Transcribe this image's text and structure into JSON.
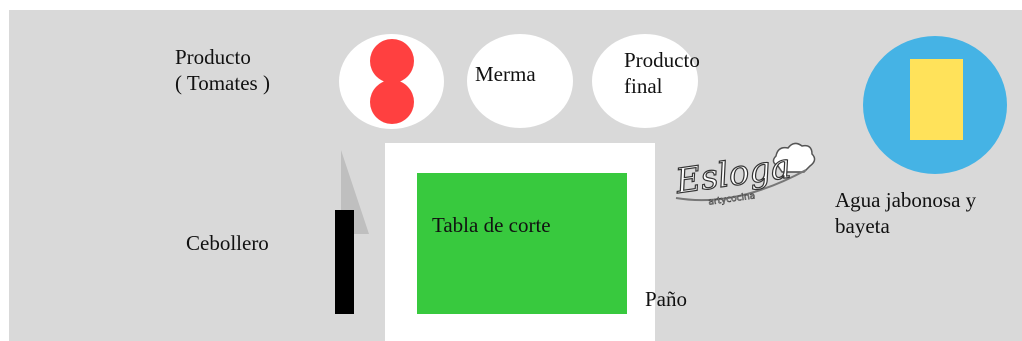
{
  "labels": {
    "producto_line1": "Producto",
    "producto_line2": "( Tomates )",
    "merma": "Merma",
    "producto_final_line1": "Producto",
    "producto_final_line2": "final",
    "cebollero": "Cebollero",
    "tabla_de_corte": "Tabla de corte",
    "pano": "Paño",
    "agua_line1": "Agua jabonosa y",
    "agua_line2": "bayeta"
  },
  "logo": {
    "wordmark": "Esloga",
    "subtext": "artycocina"
  },
  "colors": {
    "background": "#d9d9d9",
    "bowl": "#ffffff",
    "tomato": "#ff4040",
    "board": "#38c93e",
    "cloth": "#ffffff",
    "knife_handle": "#000000",
    "knife_blade": "#bfbfbf",
    "water_bowl": "#45b3e5",
    "sponge": "#ffe25a"
  }
}
